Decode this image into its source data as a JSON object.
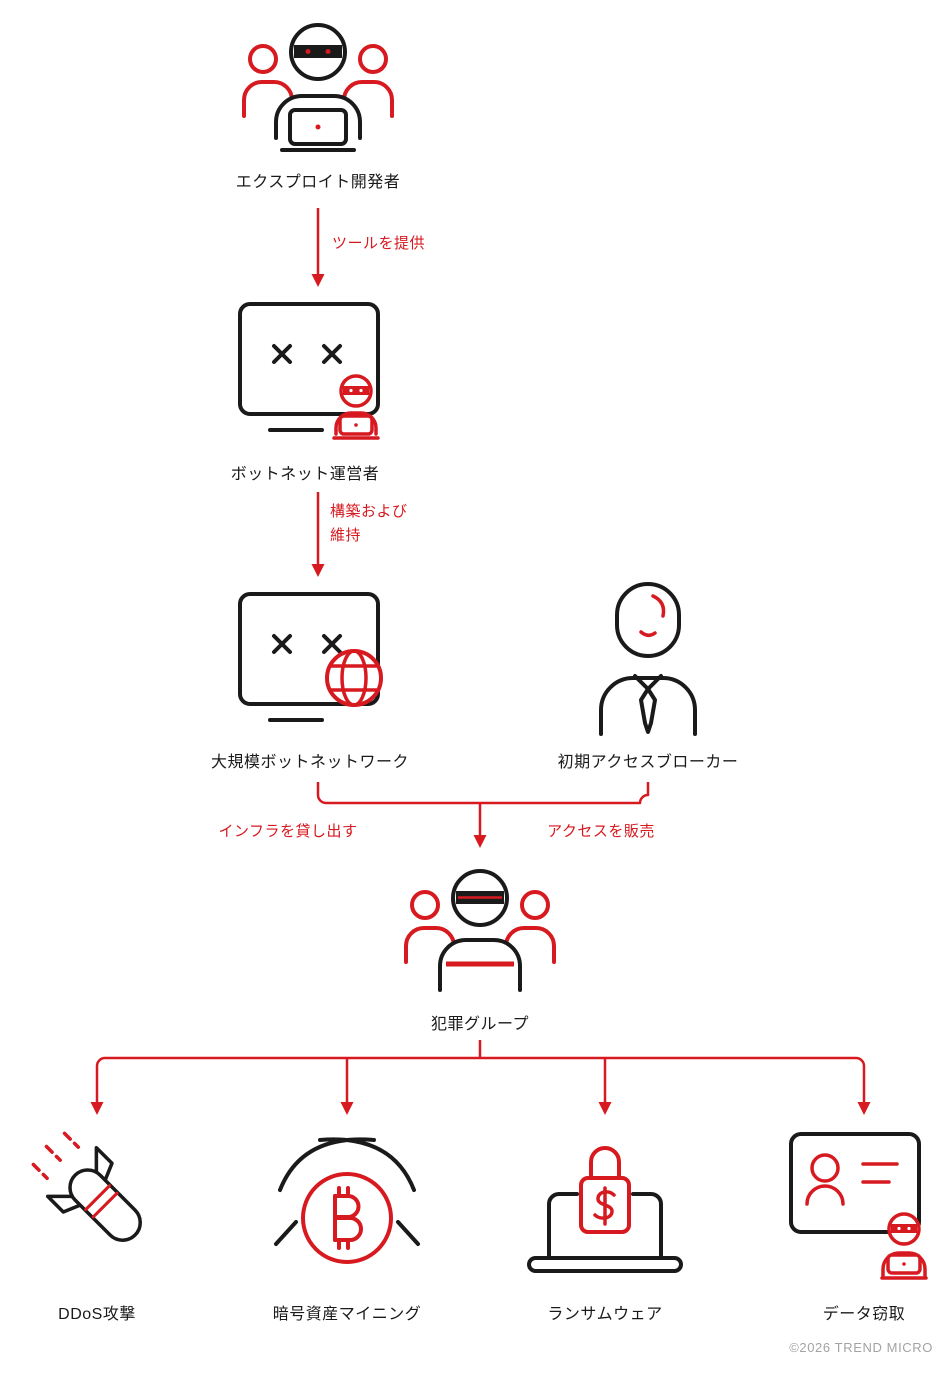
{
  "colors": {
    "red": "#d71920",
    "black": "#1a1a1a",
    "gray": "#a3a3a3"
  },
  "nodes": {
    "exploit_developers": {
      "label": "エクスプロイト開発者",
      "icon": "hacker-group-laptop-icon"
    },
    "botnet_operator": {
      "label": "ボットネット運営者",
      "icon": "monitor-x-hacker-icon"
    },
    "botnet_network": {
      "label": "大規模ボットネットワーク",
      "icon": "monitor-x-globe-icon"
    },
    "initial_access_broker": {
      "label": "初期アクセスブローカー",
      "icon": "businessperson-icon"
    },
    "criminal_group": {
      "label": "犯罪グループ",
      "icon": "hacker-group-icon"
    },
    "ddos": {
      "label": "DDoS攻撃",
      "icon": "missile-icon"
    },
    "crypto_mining": {
      "label": "暗号資産マイニング",
      "icon": "bitcoin-pickaxes-icon"
    },
    "ransomware": {
      "label": "ランサムウェア",
      "icon": "laptop-padlock-icon"
    },
    "data_theft": {
      "label": "データ窃取",
      "icon": "id-card-hacker-icon"
    }
  },
  "edges": {
    "provide_tools": {
      "label": "ツールを提供"
    },
    "build_maintain": {
      "line1": "構築および",
      "line2": "維持"
    },
    "lend_infrastructure": {
      "label": "インフラを貸し出す"
    },
    "sell_access": {
      "label": "アクセスを販売"
    }
  },
  "footer": {
    "copyright": "©2026 TREND MICRO"
  }
}
